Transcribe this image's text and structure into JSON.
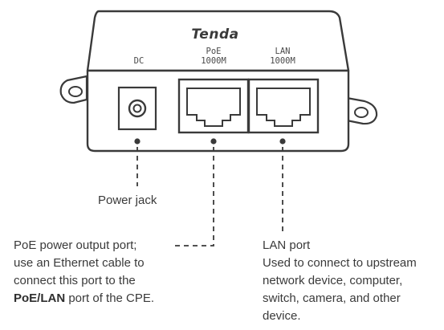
{
  "device": {
    "brand": "Tenda",
    "ports": {
      "dc": {
        "label": "DC"
      },
      "poe": {
        "label": "PoE",
        "speed": "1000M"
      },
      "lan": {
        "label": "LAN",
        "speed": "1000M"
      }
    }
  },
  "callouts": {
    "power_jack": "Power jack",
    "poe_port": {
      "line1": "PoE power output port;",
      "line2": "use an Ethernet cable to",
      "line3": "connect this port to the",
      "line4_bold": "PoE/LAN",
      "line4_rest": " port of the CPE."
    },
    "lan_port": {
      "title": "LAN port",
      "line1": "Used to connect to upstream",
      "line2": "network device, computer,",
      "line3": "switch, camera, and other",
      "line4": "device."
    }
  }
}
